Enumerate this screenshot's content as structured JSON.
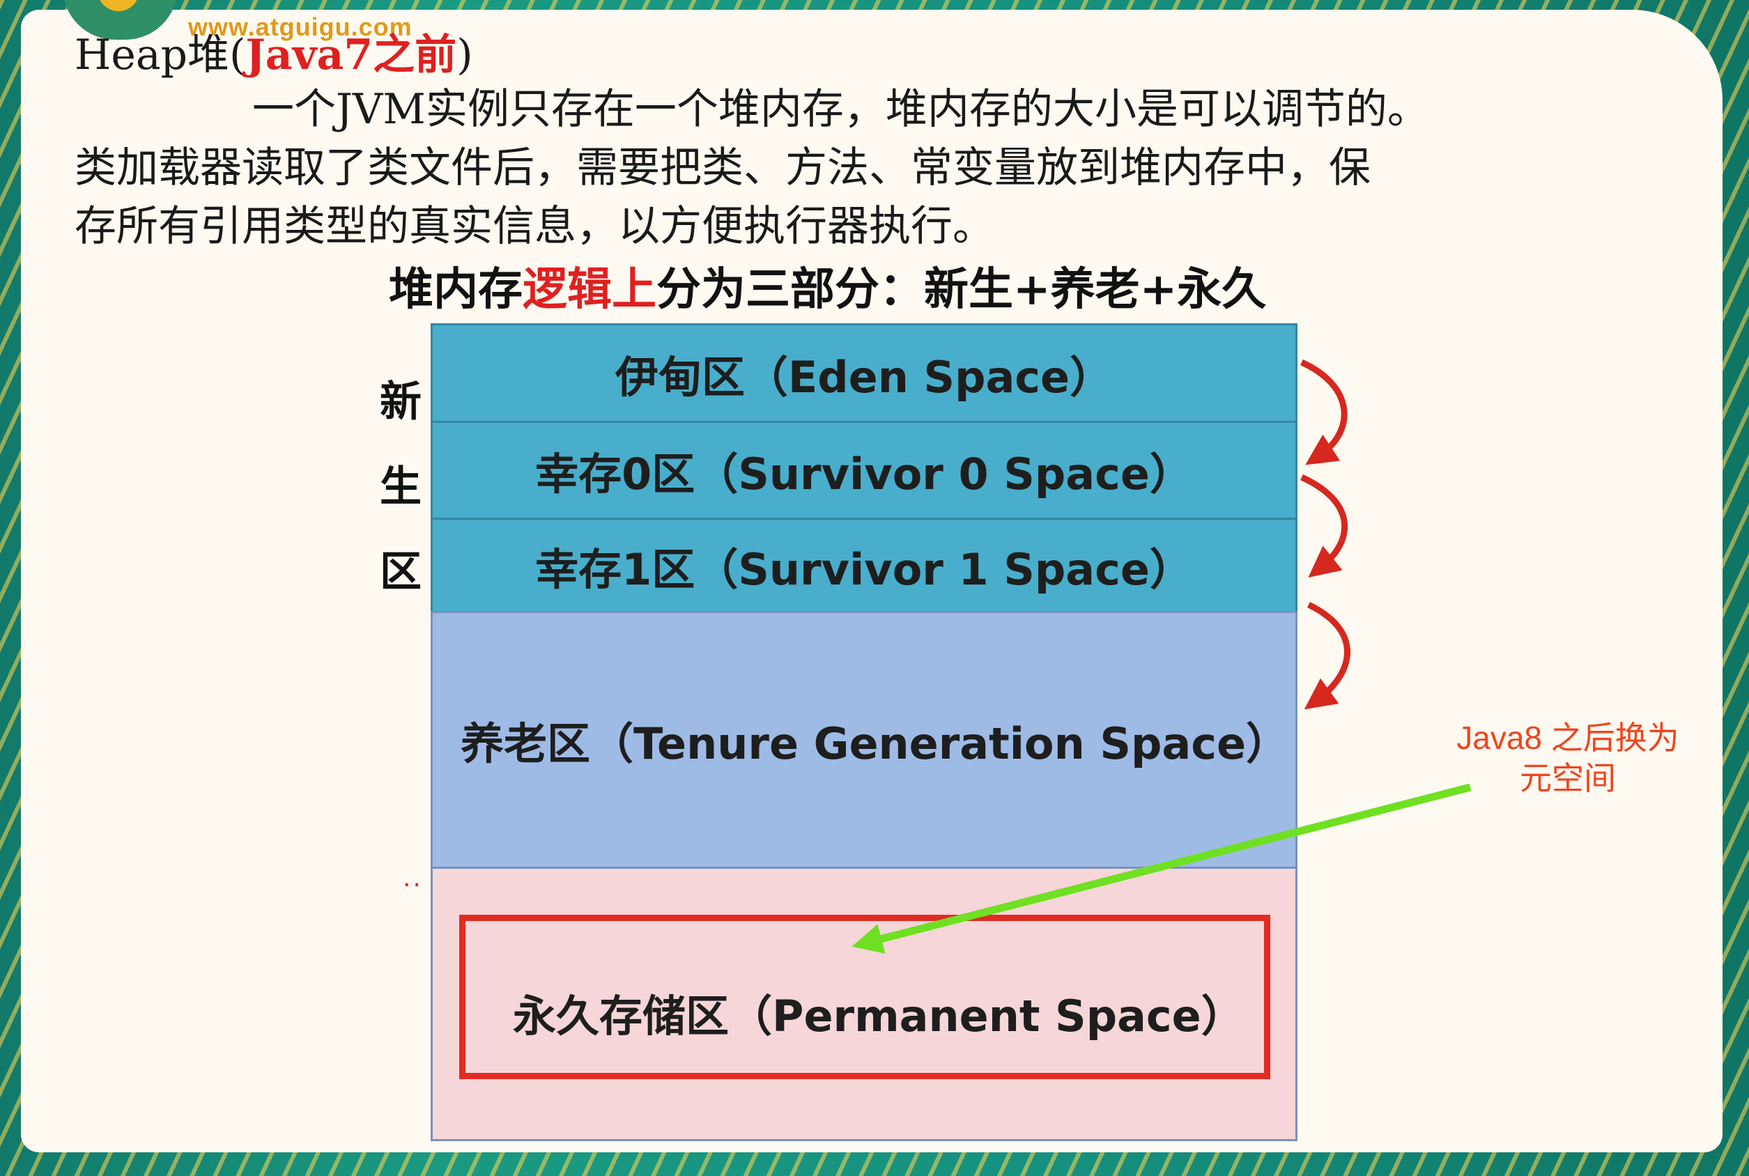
{
  "colors": {
    "highlight_red": "#e02020",
    "young_region": "#48aecb",
    "tenure_region": "#9ebbe6",
    "perm_region": "#f6d6d8",
    "perm_outline": "#e22b22",
    "flow_arrow": "#d6281e",
    "annotation_arrow": "#6fe022",
    "annotation_text": "#f0451f"
  },
  "logo": {
    "url_text": "www.atguigu.com"
  },
  "slide": {
    "title_prefix": "Heap堆(",
    "title_highlight": "Java7之前",
    "title_suffix": ")",
    "paragraph": [
      "一个JVM实例只存在一个堆内存，堆内存的大小是可以调节的。",
      "类加载器读取了类文件后，需要把类、方法、常变量放到堆内存中，保",
      "存所有引用类型的真实信息，以方便执行器执行。"
    ],
    "subtitle_prefix": "堆内存",
    "subtitle_highlight": "逻辑上",
    "subtitle_suffix": "分为三部分：新生+养老+永久"
  },
  "diagram": {
    "young_gen_label_chars": [
      "新",
      "生",
      "区"
    ],
    "dots": "··",
    "regions": {
      "eden": "伊甸区（Eden Space）",
      "survivor0": "幸存0区（Survivor 0 Space）",
      "survivor1": "幸存1区（Survivor 1 Space）",
      "tenure": "养老区（Tenure Generation Space）",
      "permanent": "永久存储区（Permanent Space）"
    },
    "flow_arrows": [
      "eden-to-survivor0",
      "survivor0-to-survivor1",
      "survivor1-to-tenure"
    ],
    "annotation": {
      "line1": "Java8 之后换为",
      "line2": "元空间"
    }
  }
}
